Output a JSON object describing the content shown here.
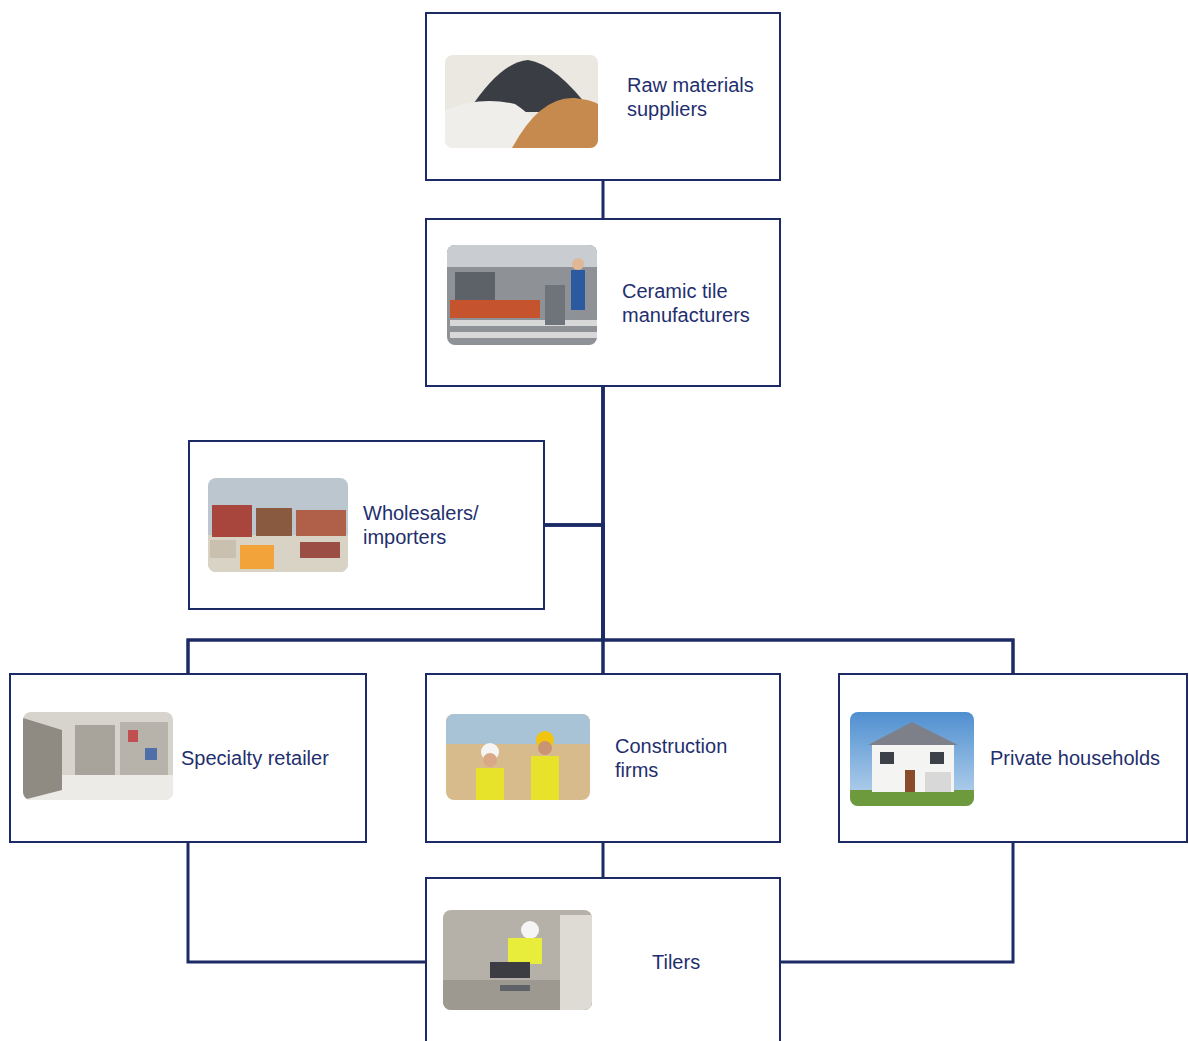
{
  "diagram": {
    "nodes": [
      {
        "text": [
          "Raw materials suppliers"
        ]
      },
      {
        "text": [
          "Ceramic tile manufacturers"
        ]
      },
      {
        "text": [
          "Wholesalers/ importers"
        ]
      },
      {
        "text": [
          "Specialty retailer"
        ]
      },
      {
        "text": [
          "Construction firms"
        ]
      },
      {
        "text": [
          "Private households"
        ]
      },
      {
        "text": [
          "Tilers"
        ]
      }
    ],
    "edges": [
      {
        "from": 0,
        "to": 1,
        "arrow": "none"
      },
      {
        "from": 1,
        "to": 2,
        "arrow": "none"
      },
      {
        "from": 1,
        "to": 3,
        "arrow": "none"
      },
      {
        "from": 1,
        "to": 4,
        "arrow": "none"
      },
      {
        "from": 1,
        "to": 5,
        "arrow": "none"
      },
      {
        "from": 2,
        "to": 3,
        "arrow": "none"
      },
      {
        "from": 2,
        "to": 4,
        "arrow": "none"
      },
      {
        "from": 2,
        "to": 5,
        "arrow": "none"
      },
      {
        "from": 3,
        "to": 6,
        "arrow": "none"
      },
      {
        "from": 4,
        "to": 6,
        "arrow": "none"
      },
      {
        "from": 5,
        "to": 6,
        "arrow": "none"
      }
    ]
  }
}
